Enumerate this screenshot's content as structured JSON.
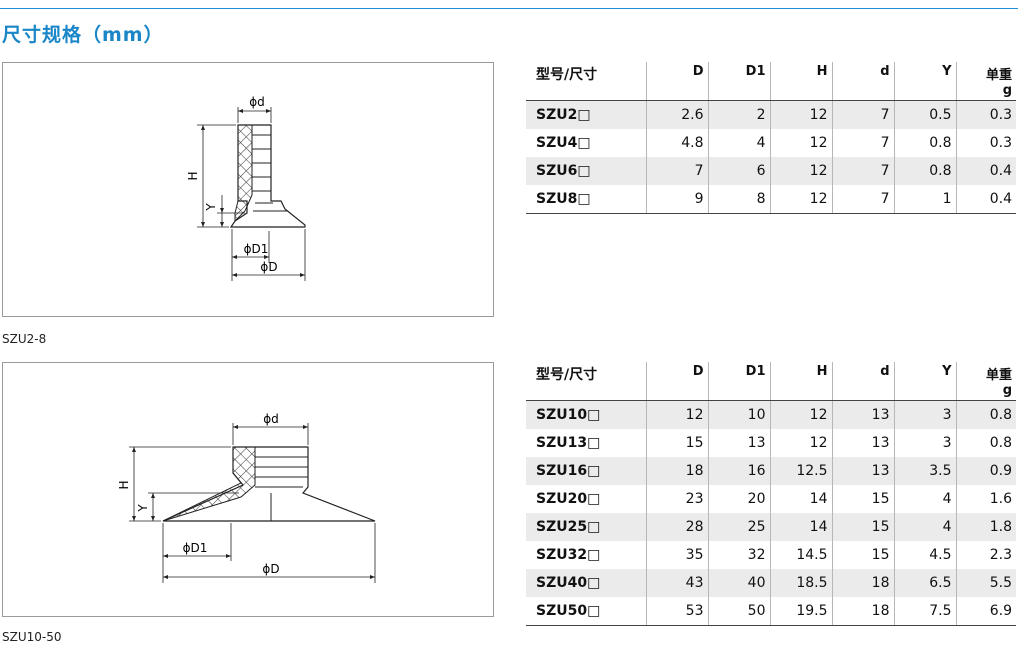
{
  "page": {
    "title": "尺寸规格（mm）"
  },
  "figures": [
    {
      "caption": "SZU2-8",
      "labels": {
        "d": "ϕd",
        "H": "H",
        "Y": "Y",
        "D1": "ϕD1",
        "D": "ϕD"
      }
    },
    {
      "caption": "SZU10-50",
      "labels": {
        "d": "ϕd",
        "H": "H",
        "Y": "Y",
        "D1": "ϕD1",
        "D": "ϕD"
      }
    }
  ],
  "tables": [
    {
      "headers": [
        "型号/尺寸",
        "D",
        "D1",
        "H",
        "d",
        "Y",
        "单重"
      ],
      "unit": "g",
      "rows": [
        [
          "SZU2□",
          "2.6",
          "2",
          "12",
          "7",
          "0.5",
          "0.3"
        ],
        [
          "SZU4□",
          "4.8",
          "4",
          "12",
          "7",
          "0.8",
          "0.3"
        ],
        [
          "SZU6□",
          "7",
          "6",
          "12",
          "7",
          "0.8",
          "0.4"
        ],
        [
          "SZU8□",
          "9",
          "8",
          "12",
          "7",
          "1",
          "0.4"
        ]
      ]
    },
    {
      "headers": [
        "型号/尺寸",
        "D",
        "D1",
        "H",
        "d",
        "Y",
        "单重"
      ],
      "unit": "g",
      "rows": [
        [
          "SZU10□",
          "12",
          "10",
          "12",
          "13",
          "3",
          "0.8"
        ],
        [
          "SZU13□",
          "15",
          "13",
          "12",
          "13",
          "3",
          "0.8"
        ],
        [
          "SZU16□",
          "18",
          "16",
          "12.5",
          "13",
          "3.5",
          "0.9"
        ],
        [
          "SZU20□",
          "23",
          "20",
          "14",
          "15",
          "4",
          "1.6"
        ],
        [
          "SZU25□",
          "28",
          "25",
          "14",
          "15",
          "4",
          "1.8"
        ],
        [
          "SZU32□",
          "35",
          "32",
          "14.5",
          "15",
          "4.5",
          "2.3"
        ],
        [
          "SZU40□",
          "43",
          "40",
          "18.5",
          "18",
          "6.5",
          "5.5"
        ],
        [
          "SZU50□",
          "53",
          "50",
          "19.5",
          "18",
          "7.5",
          "6.9"
        ]
      ]
    }
  ]
}
